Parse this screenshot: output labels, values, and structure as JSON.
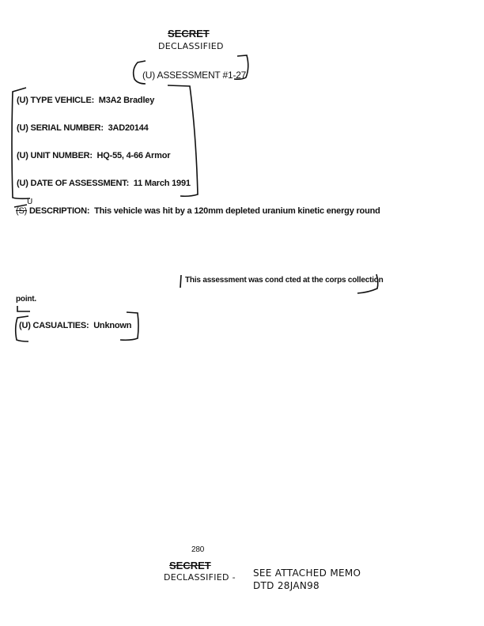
{
  "header": {
    "classification": "SECRET",
    "declassified": "DECLASSIFIED"
  },
  "title": "(U) ASSESSMENT #1-27",
  "fields": [
    {
      "label": "(U) TYPE VEHICLE:",
      "value": "M3A2 Bradley"
    },
    {
      "label": "(U) SERIAL NUMBER:",
      "value": "3AD20144"
    },
    {
      "label": "(U) UNIT NUMBER:",
      "value": "HQ-55, 4-66 Armor"
    },
    {
      "label": "(U) DATE OF ASSESSMENT:",
      "value": "11 March 1991"
    }
  ],
  "description": {
    "marking": "(S)",
    "marking_correction": "U",
    "label": "DESCRIPTION:",
    "text": "This vehicle was hit by a 120mm depleted uranium kinetic energy round"
  },
  "assessment_note": "This assessment was cond  cted at the corps collection",
  "assessment_note_end": "point.",
  "casualties": {
    "label": "(U) CASUALTIES:",
    "value": "Unknown"
  },
  "footer": {
    "page_number": "280",
    "classification": "SECRET",
    "declassified": "DECLASSIFIED -",
    "handwritten_note": "SEE ATTACHED MEMO",
    "handwritten_date": "DTD 28JAN98"
  }
}
